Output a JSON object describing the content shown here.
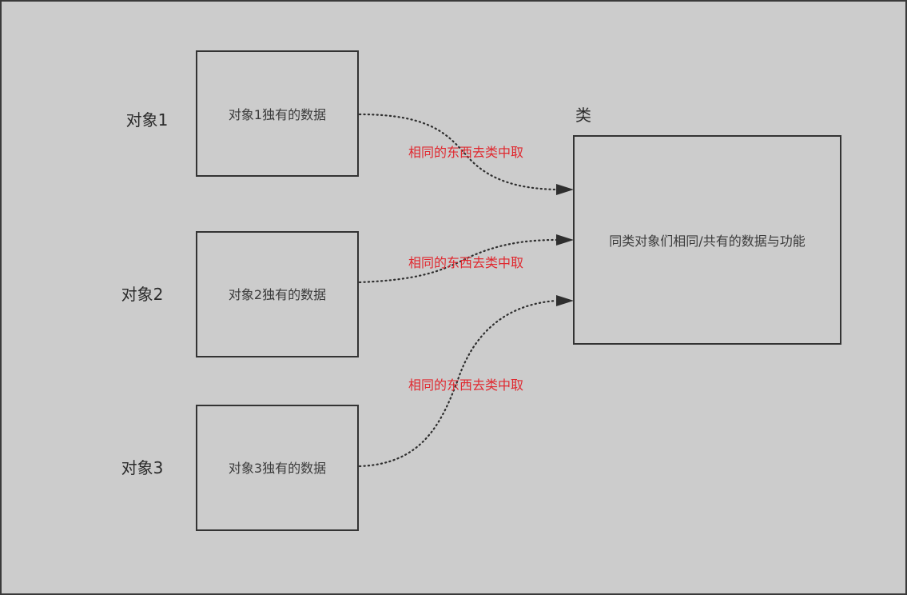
{
  "objects": [
    {
      "label": "对象1",
      "box_text": "对象1独有的数据"
    },
    {
      "label": "对象2",
      "box_text": "对象2独有的数据"
    },
    {
      "label": "对象3",
      "box_text": "对象3独有的数据"
    }
  ],
  "class_node": {
    "title": "类",
    "box_text": "同类对象们相同/共有的数据与功能"
  },
  "edges": [
    {
      "label": "相同的东西去类中取"
    },
    {
      "label": "相同的东西去类中取"
    },
    {
      "label": "相同的东西去类中取"
    }
  ],
  "colors": {
    "background": "#cccccc",
    "stroke": "#333333",
    "edge_label": "#e0282f"
  }
}
